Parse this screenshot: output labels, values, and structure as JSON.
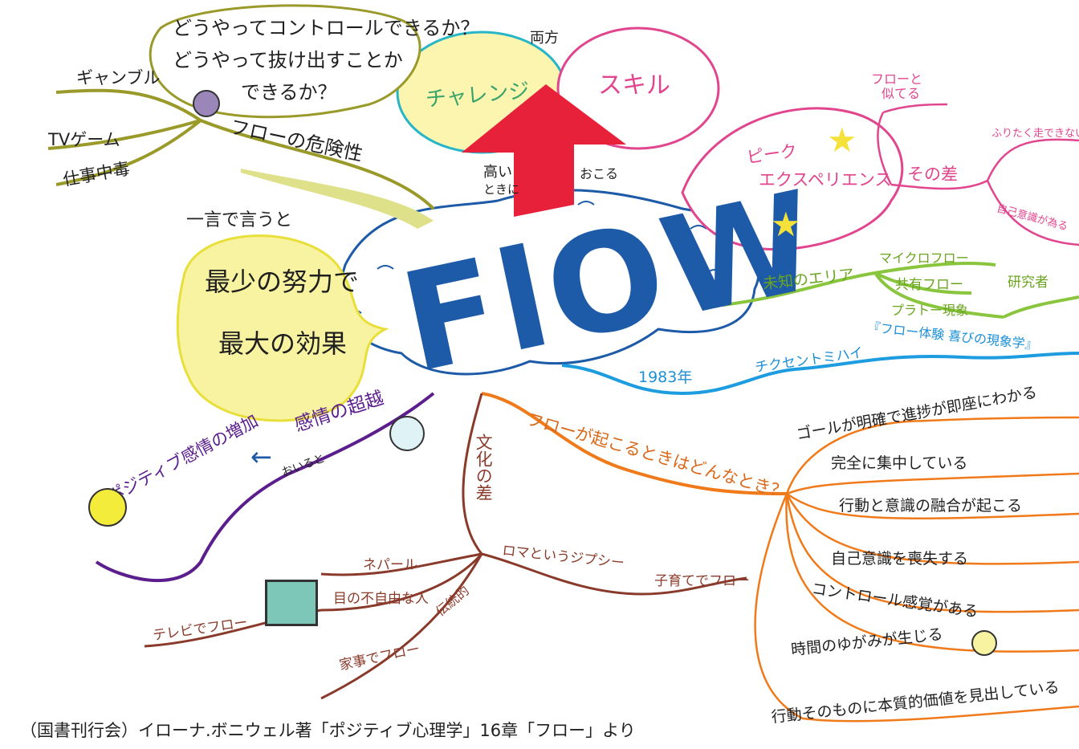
{
  "center": {
    "title": "FlOW"
  },
  "risk": {
    "question": [
      "どうやってコントロールできるか？",
      "どうやって抜け出すことか",
      "できるか？"
    ],
    "items": [
      "ギャンブル",
      "TVゲーム",
      "仕事中毒"
    ],
    "label": "フローの危険性"
  },
  "one_word": {
    "intro": "一言で言うと",
    "lines": [
      "最少の努力で",
      "最大の効果"
    ]
  },
  "challenge": {
    "left": "チャレンジ",
    "right": "スキル",
    "both": "両方",
    "high": [
      "高い",
      "ときに"
    ],
    "occurs": "おこる"
  },
  "peak": {
    "label": [
      "ピーク",
      "エクスペリエンス"
    ],
    "diff": "その差",
    "resemble": [
      "フローと",
      "似てる"
    ],
    "sub": [
      "ふりたく走できない",
      "自己意識が為る"
    ]
  },
  "unknown": {
    "label": "未知のエリア",
    "items": [
      "マイクロフロー",
      "共有フロー",
      "プラトー現象"
    ],
    "note": "研究者"
  },
  "year": {
    "year": "1983年",
    "person": "チクセントミハイ",
    "book": "『フロー体験 喜びの現象学』"
  },
  "conditions": {
    "label": "フローが起こるときはどんなとき？",
    "items": [
      "ゴールが明確で進捗が即座にわかる",
      "完全に集中している",
      "行動と意識の融合が起こる",
      "自己意識を喪失する",
      "コントロール感覚がある",
      "時間のゆがみが生じる",
      "行動そのものに本質的価値を見出している"
    ]
  },
  "culture": {
    "label": "文化の差",
    "items": [
      "ネパール",
      "目の不自由な人",
      "伝統的",
      "家事でフロー",
      "テレビでフロー",
      "ロマというジプシー",
      "子育てでフロー"
    ]
  },
  "emotion": {
    "label": "感情の超越",
    "sub": "おいると",
    "result": "ポジティブ感情の増加"
  },
  "footer": "（国書刊行会）イローナ.ボニウェル著「ポジティブ心理学」16章「フロー」より",
  "colors": {
    "blue": "#1d5aa8",
    "red": "#e8213b",
    "pink": "#e0458e",
    "olive": "#9a9a2a",
    "green": "#8ac53e",
    "cyan": "#1d9ce0",
    "orange": "#f07a1a",
    "brown": "#8a3a2a",
    "purple": "#5b1e8c",
    "yellow": "#f4ec7a"
  },
  "icons": [
    "skull-icon",
    "star-icon",
    "tv-icon",
    "clock-icon",
    "smiley-icon",
    "calm-face-icon",
    "arrow-left-icon"
  ]
}
